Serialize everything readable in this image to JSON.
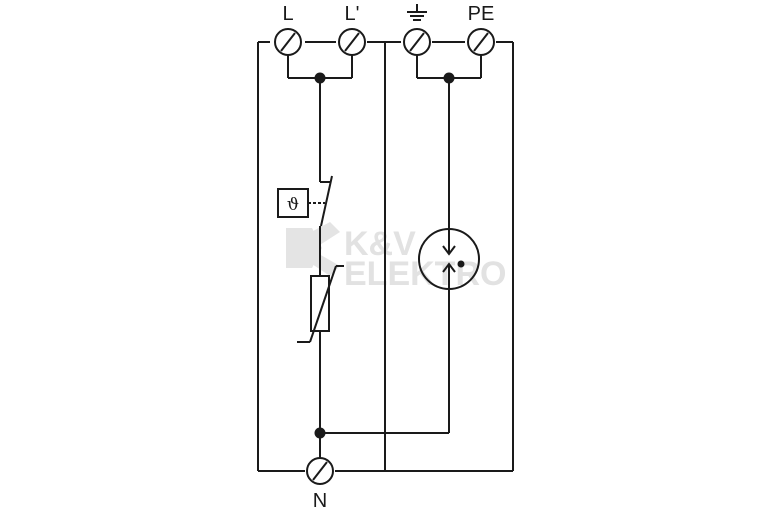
{
  "terminals": {
    "l": "L",
    "l_prime": "L'",
    "pe": "PE",
    "n": "N"
  },
  "thermal_symbol": "ϑ",
  "watermark": {
    "line1": "K&V",
    "line2": "ELEKTRO"
  },
  "colors": {
    "line": "#1a1a1a",
    "watermark": "#e2e2e2",
    "background": "#ffffff"
  },
  "icons": [
    "earth-ground-icon",
    "screw-terminal-icon",
    "thermal-disconnector-icon",
    "varistor-icon",
    "spark-gap-icon"
  ]
}
